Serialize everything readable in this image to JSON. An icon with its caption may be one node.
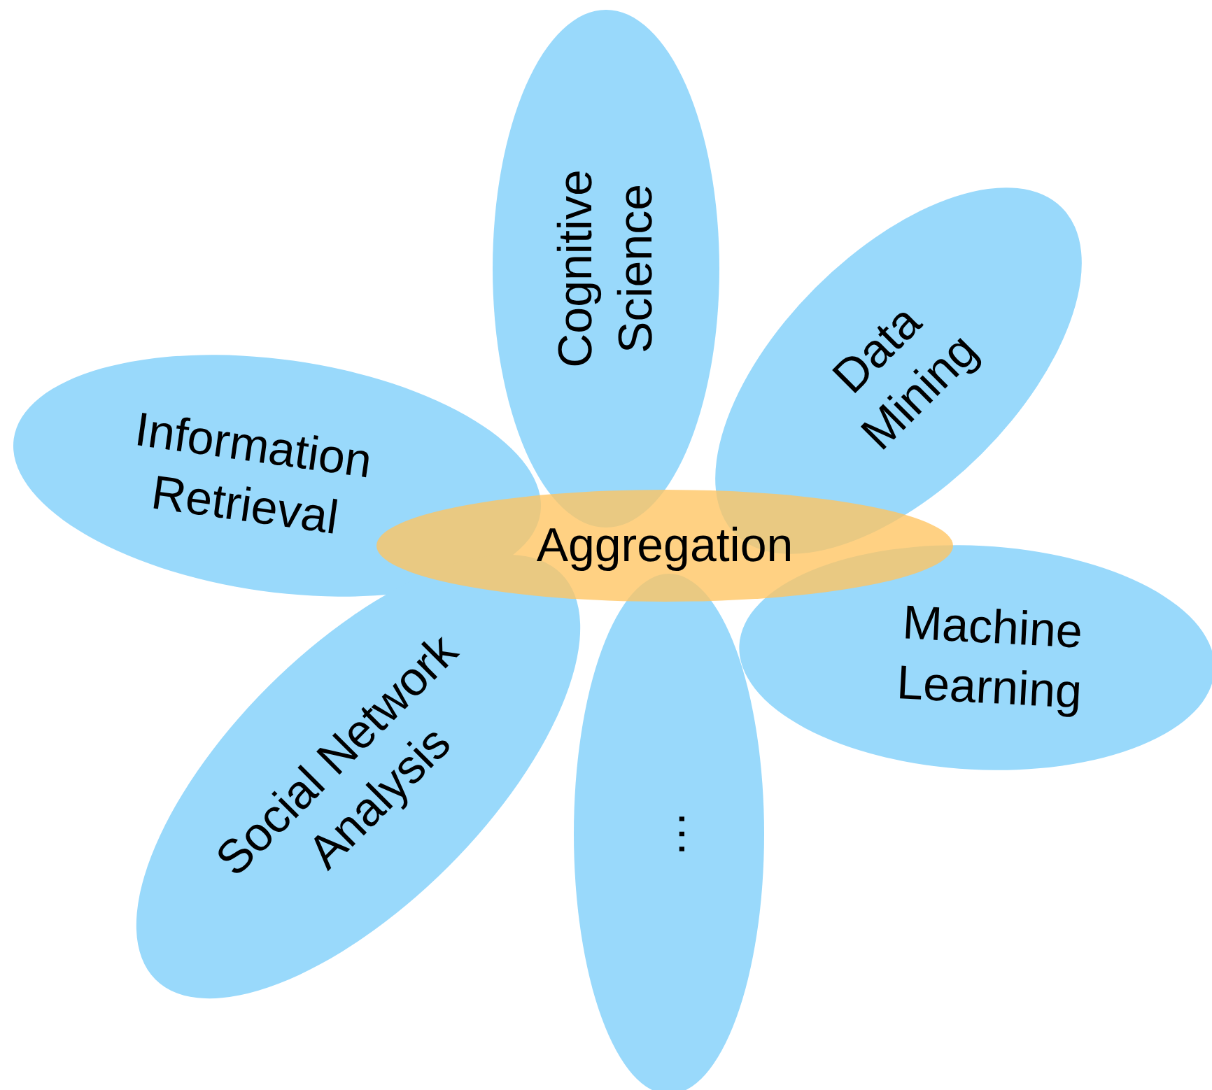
{
  "diagram": {
    "nodes": [
      {
        "text": [
          "Cognitive Science"
        ]
      },
      {
        "text": [
          "Data Mining"
        ]
      },
      {
        "text": [
          "Information Retrieval"
        ]
      },
      {
        "text": [
          "Aggregation"
        ]
      },
      {
        "text": [
          "Machine Learning"
        ]
      },
      {
        "text": [
          "Social Network Analysis"
        ]
      },
      {
        "text": [
          "…"
        ]
      }
    ]
  }
}
